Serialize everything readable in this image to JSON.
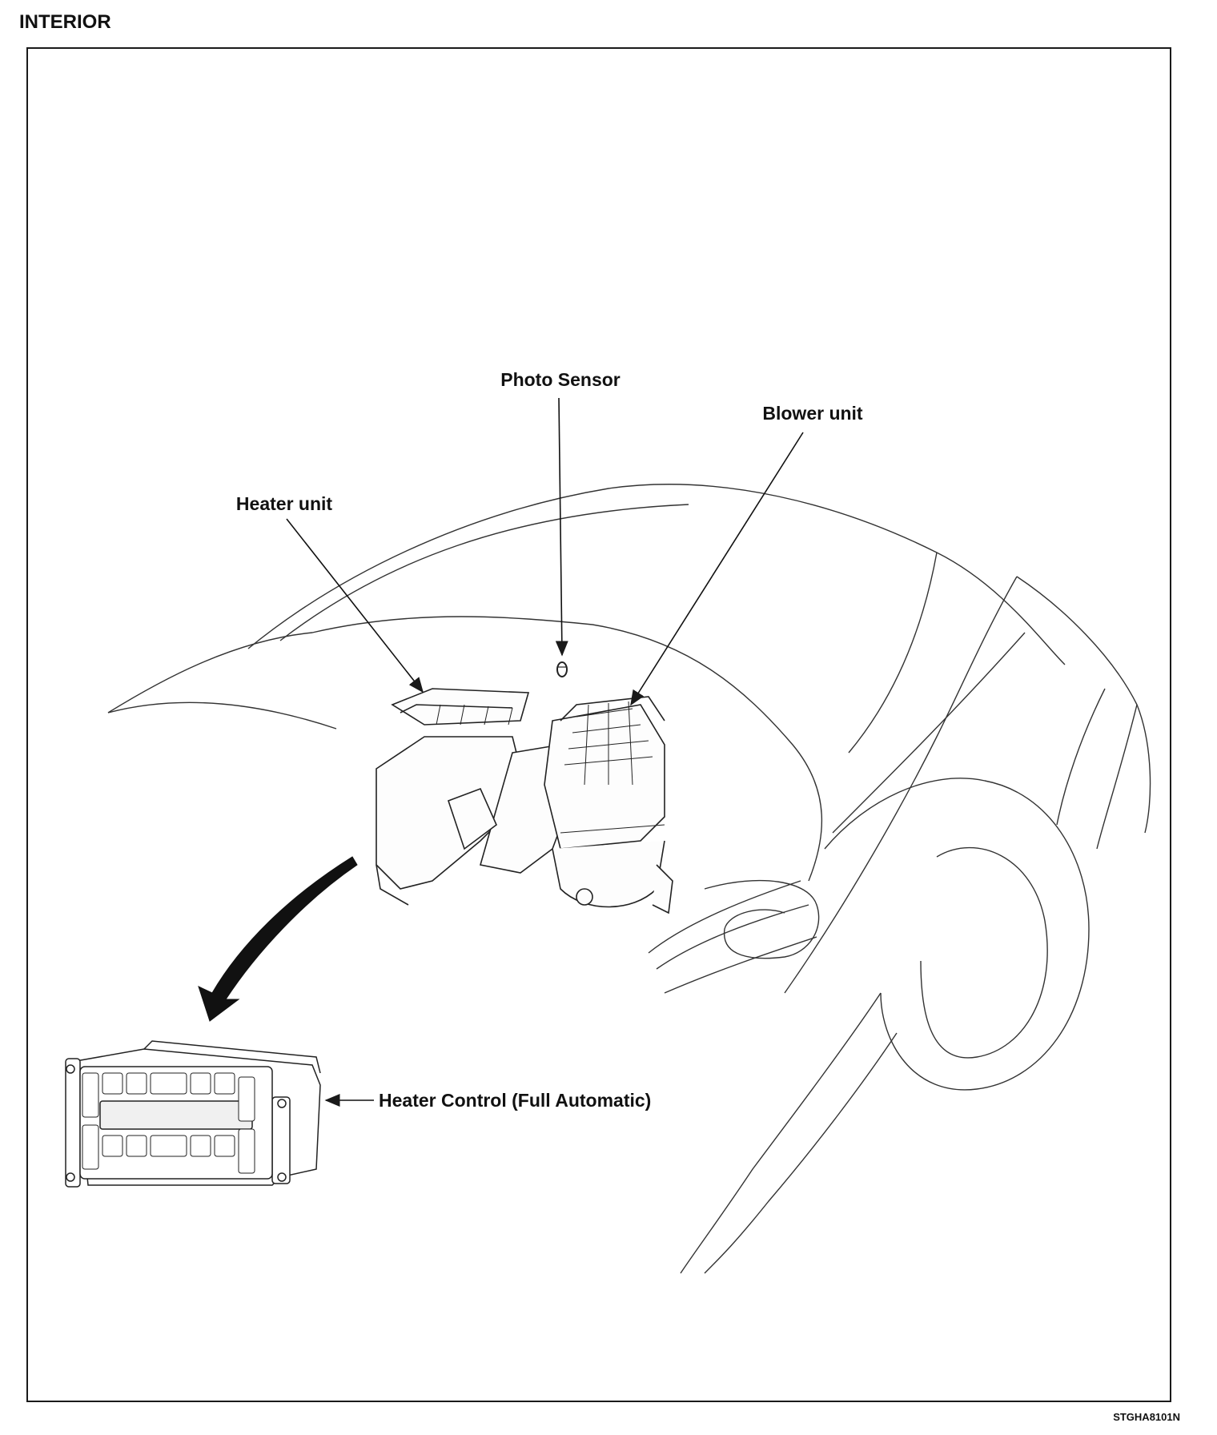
{
  "header": {
    "title": "INTERIOR"
  },
  "callouts": {
    "photo_sensor": "Photo Sensor",
    "blower_unit": "Blower unit",
    "heater_unit": "Heater unit",
    "heater_control": "Heater Control (Full Automatic)"
  },
  "figure_code": "STGHA8101N",
  "colors": {
    "line": "#1a1a1a",
    "background": "#ffffff"
  }
}
